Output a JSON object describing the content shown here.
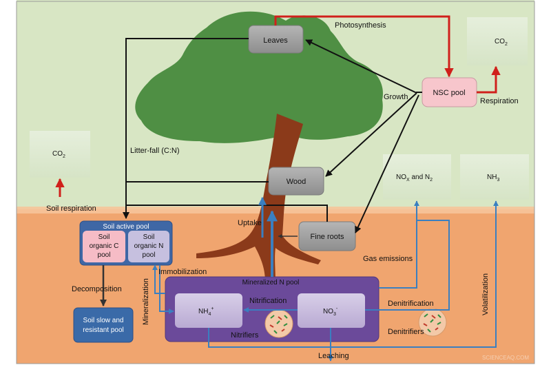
{
  "labels": {
    "leaves": "Leaves",
    "photosynthesis": "Photosynthesis",
    "co2_sub": "2",
    "co2_top": "CO",
    "co2_left": "CO",
    "nsc_pool": "NSC pool",
    "respiration": "Respiration",
    "growth": "Growth",
    "litter_fall": "Litter-fall (C:N)",
    "wood": "Wood",
    "nox_pre": "NO",
    "nox_x": "X",
    "nox_post": " and N",
    "nox_sub": "2",
    "nh3_pre": "NH",
    "nh3_sub": "3",
    "soil_respiration": "Soil respiration",
    "uptake": "Uptake",
    "fine_roots": "Fine roots",
    "soil_active_pool": "Soil active pool",
    "soil_c_1": "Soil",
    "soil_c_2": "organic C",
    "soil_c_3": "pool",
    "soil_n_1": "Soil",
    "soil_n_2": "organic N",
    "soil_n_3": "pool",
    "immobilization": "Immobilization",
    "decomposition": "Decomposition",
    "mineralization": "Mineralization",
    "mineralized_n_pool": "Mineralized N pool",
    "nitrification": "Nitrification",
    "nh4_pre": "NH",
    "nh4_sub": "4",
    "nh4_sup": "+",
    "no3_pre": "NO",
    "no3_sub": "3",
    "no3_sup": "-",
    "gas_emissions": "Gas emissions",
    "denitrification": "Denitrification",
    "denitrifiers": "Denitrifiers",
    "nitrifiers": "Nitrifiers",
    "soil_slow_1": "Soil slow and",
    "soil_slow_2": "resistant pool",
    "volatilization": "Volatilization",
    "leaching": "Leaching",
    "watermark": "SCIENCEAQ.COM"
  },
  "colors": {
    "sky": "#d8e6c4",
    "soil": "#f0a56f",
    "canopy": "#4f8f44",
    "trunk": "#8b3a1a",
    "grey_box": "#a5a5a5",
    "pink_box": "#f7c6cc",
    "soil_pool_frame": "#3f67a5",
    "soil_c_fill": "#f6bcc6",
    "soil_n_fill": "#c6c0df",
    "n_pool_frame": "#6b4a9a",
    "n_inner_fill": "#c9bddc",
    "carbon_arrow": "#d0201b",
    "nitrogen_arrow": "#3a7fc0",
    "flow_arrow": "#111111"
  }
}
